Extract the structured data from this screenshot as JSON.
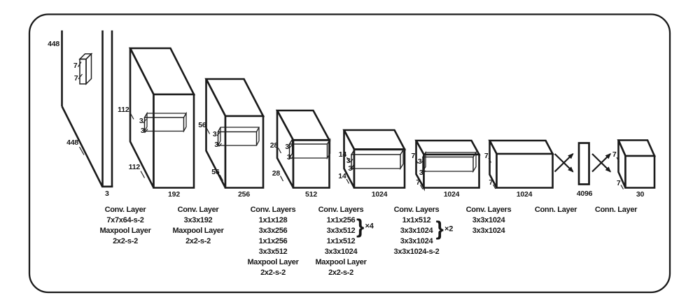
{
  "ink_color": "#1a1a1a",
  "input": {
    "dim_top": "448",
    "dim_side": "448",
    "depth": "3",
    "kernel_a": "7",
    "kernel_b": "7"
  },
  "stages": [
    {
      "size_top": "112",
      "size_side": "112",
      "depth": "192",
      "kernel_a": "3",
      "kernel_b": "3"
    },
    {
      "size_top": "56",
      "size_side": "56",
      "depth": "256",
      "kernel_a": "3",
      "kernel_b": "3"
    },
    {
      "size_top": "28",
      "size_side": "28",
      "depth": "512",
      "kernel_a": "3",
      "kernel_b": "3"
    },
    {
      "size_top": "14",
      "size_side": "14",
      "depth": "1024",
      "kernel_a": "3",
      "kernel_b": "3"
    },
    {
      "size_top": "7",
      "size_side": "7",
      "depth": "1024",
      "kernel_a": "3",
      "kernel_b": "3"
    },
    {
      "size_top": "7",
      "size_side": "7",
      "depth": "1024"
    },
    {
      "depth": "4096"
    },
    {
      "size_top": "7",
      "size_side": "7",
      "depth": "30"
    }
  ],
  "captions": [
    {
      "lines": [
        "Conv. Layer",
        "7x7x64-s-2",
        "Maxpool Layer",
        "2x2-s-2"
      ]
    },
    {
      "lines": [
        "Conv. Layer",
        "3x3x192",
        "Maxpool Layer",
        "2x2-s-2"
      ]
    },
    {
      "lines": [
        "Conv. Layers",
        "1x1x128",
        "3x3x256",
        "1x1x256",
        "3x3x512",
        "Maxpool Layer",
        "2x2-s-2"
      ]
    },
    {
      "lines": [
        "Conv. Layers",
        "1x1x256",
        "3x3x512",
        "1x1x512",
        "3x3x1024",
        "Maxpool Layer",
        "2x2-s-2"
      ],
      "brace": "}",
      "multiplier": "×4"
    },
    {
      "lines": [
        "Conv. Layers",
        "1x1x512",
        "3x3x1024",
        "3x3x1024",
        "3x3x1024-s-2"
      ],
      "brace": "}",
      "multiplier": "×2"
    },
    {
      "lines": [
        "Conv. Layers",
        "3x3x1024",
        "3x3x1024"
      ]
    },
    {
      "lines": [
        "Conn. Layer"
      ]
    },
    {
      "lines": [
        "Conn. Layer"
      ]
    }
  ]
}
